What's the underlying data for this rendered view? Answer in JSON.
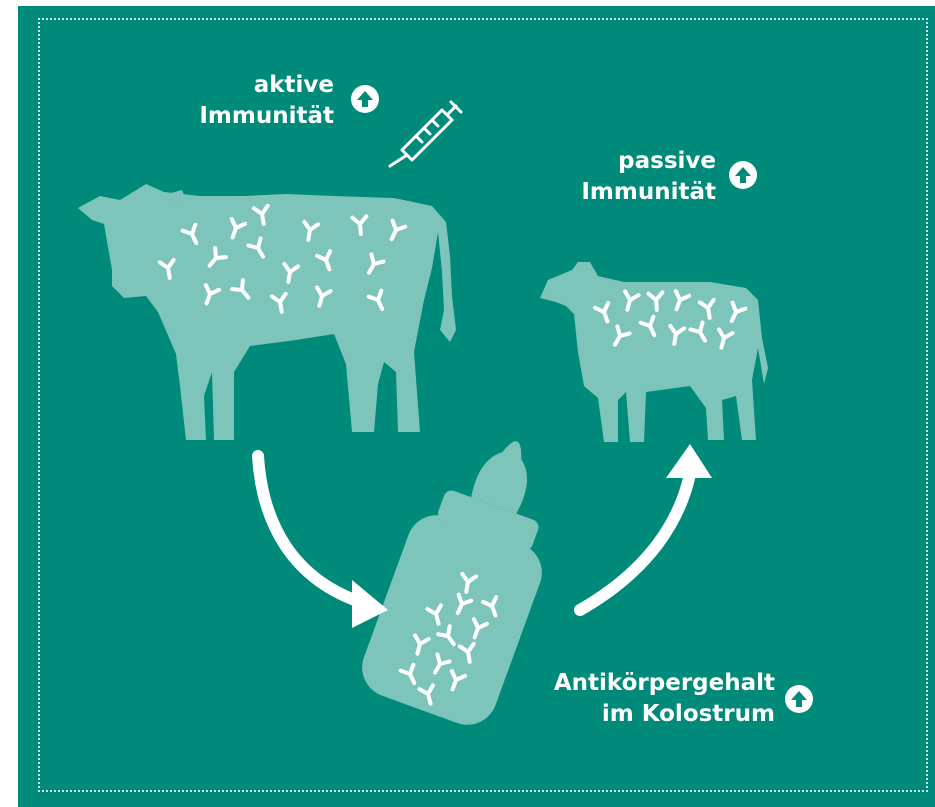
{
  "labels": {
    "active": {
      "line1": "aktive",
      "line2": "Immunität"
    },
    "passive": {
      "line1": "passive",
      "line2": "Immunität"
    },
    "colostrum": {
      "line1": "Antikörpergehalt",
      "line2": "im Kolostrum"
    }
  },
  "icons": {
    "increase": "arrow-up-circle-icon",
    "syringe": "syringe-icon",
    "antibody": "antibody-y-icon"
  },
  "colors": {
    "background": "#008a7a",
    "silhouette": "#7dc4bb",
    "foreground": "#ffffff"
  }
}
